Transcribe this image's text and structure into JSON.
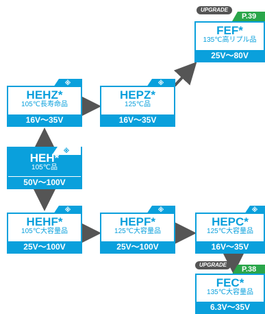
{
  "colors": {
    "accent": "#0aa0dc",
    "arrow": "#555555",
    "page_ref": "#2aa64a",
    "upgrade_badge": "#555555"
  },
  "nodes": {
    "hehz": {
      "name": "HEHZ*",
      "desc": "105℃長寿命品",
      "voltage": "16V～35V",
      "tab": "※"
    },
    "hepz": {
      "name": "HEPZ*",
      "desc": "125℃品",
      "voltage": "16V～35V",
      "tab": "※"
    },
    "fef": {
      "name": "FEF*",
      "desc": "135℃高リプル品",
      "voltage": "25V～80V"
    },
    "heh": {
      "name": "HEH*",
      "desc": "105℃品",
      "voltage": "50V～100V",
      "tab": "※"
    },
    "hehf": {
      "name": "HEHF*",
      "desc": "105℃大容量品",
      "voltage": "25V～100V",
      "tab": "※"
    },
    "hepf": {
      "name": "HEPF*",
      "desc": "125℃大容量品",
      "voltage": "25V～100V",
      "tab": "※"
    },
    "hepc": {
      "name": "HEPC*",
      "desc": "125℃大容量品",
      "voltage": "16V～35V",
      "tab": "※"
    },
    "fec": {
      "name": "FEC*",
      "desc": "135℃大容量品",
      "voltage": "6.3V～35V"
    }
  },
  "badges": {
    "upgrade_label": "UPGRADE",
    "fef_page": "P.39",
    "fec_page": "P.38"
  }
}
